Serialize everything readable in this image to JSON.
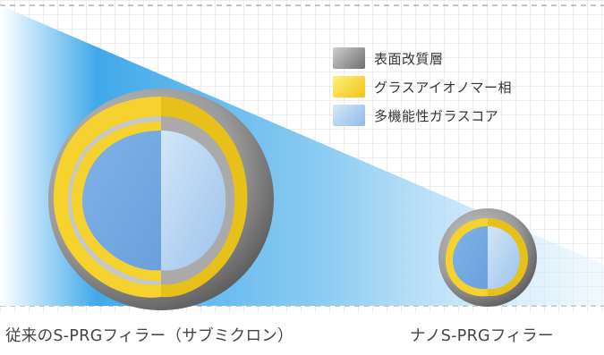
{
  "legend": {
    "items": [
      {
        "label": "表面改質層"
      },
      {
        "label": "グラスアイオノマー相"
      },
      {
        "label": "多機能性ガラスコア"
      }
    ]
  },
  "captions": {
    "left": "従来のS-PRGフィラー（サブミクロン）",
    "right": "ナノS-PRGフィラー"
  },
  "colors": {
    "surface_layer": "#8f8f8f",
    "ionomer_phase": "#f5d23a",
    "glass_core": "#a9c9ec",
    "background_gradient": "#4aaee8",
    "grid": "#c9ccd2"
  }
}
